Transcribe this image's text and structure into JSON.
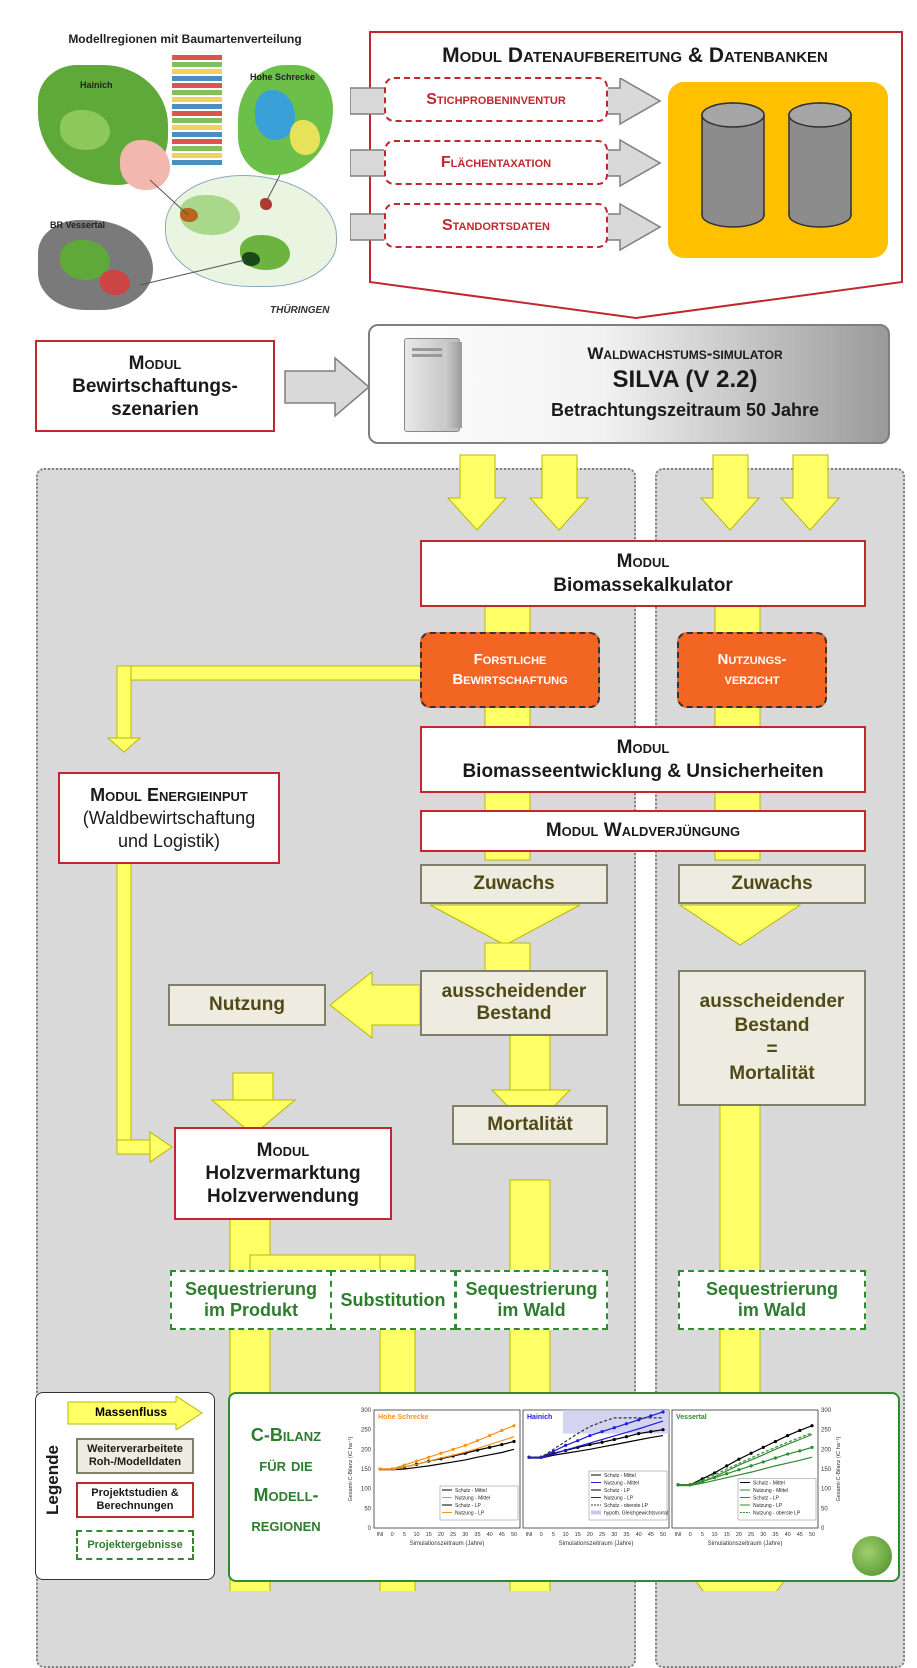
{
  "map": {
    "title": "Modellregionen mit Baumartenverteilung",
    "label_hainich": "Hainich",
    "label_hohe": "Hohe Schrecke",
    "label_br": "BR Vessertal",
    "label_thueringen": "THÜRINGEN"
  },
  "daten": {
    "title": "Modul Datenaufbereitung & Datenbanken",
    "items": [
      "Stichprobeninventur",
      "Flächentaxation",
      "Standortsdaten"
    ]
  },
  "bewirtschaftung": {
    "line1": "Modul",
    "line2": "Bewirtschaftungs-",
    "line3": "szenarien"
  },
  "silva": {
    "line1": "Waldwachstums-simulator",
    "line2": "SILVA (V 2.2)",
    "line3": "Betrachtungszeitraum 50 Jahre"
  },
  "biomasse": {
    "line1": "Modul",
    "line2": "Biomassekalkulator"
  },
  "forstliche": {
    "line1": "Forstliche",
    "line2": "Bewirtschaftung"
  },
  "nutzungsverzicht": {
    "line1": "Nutzungs-",
    "line2": "verzicht"
  },
  "entwicklung": {
    "line1": "Modul",
    "line2": "Biomasseentwicklung & Unsicherheiten"
  },
  "verjuengung": {
    "label": "Modul Waldverjüngung"
  },
  "energie": {
    "line1": "Modul Energieinput",
    "line2": "(Waldbewirtschaftung",
    "line3": "und Logistik)"
  },
  "zuwachs_left": "Zuwachs",
  "zuwachs_right": "Zuwachs",
  "ausscheidend_left": {
    "line1": "ausscheidender",
    "line2": "Bestand"
  },
  "ausscheidend_right": {
    "line1": "ausscheidender",
    "line2": "Bestand",
    "line3": "=",
    "line4": "Mortalität"
  },
  "nutzung": "Nutzung",
  "mortalitaet": "Mortalität",
  "holz": {
    "line1": "Modul",
    "line2": "Holzvermarktung",
    "line3": "Holzverwendung"
  },
  "results": {
    "seq_produkt": {
      "line1": "Sequestrierung",
      "line2": "im Produkt"
    },
    "substitution": "Substitution",
    "seq_wald": {
      "line1": "Sequestrierung",
      "line2": "im Wald"
    },
    "seq_wald_right": {
      "line1": "Sequestrierung",
      "line2": "im Wald"
    }
  },
  "legende": {
    "title": "Legende",
    "massenfluss": "Massenfluss",
    "weiter": "Weiterverarbeitete Roh-/Modelldaten",
    "projekt": "Projektstudien & Berechnungen",
    "ergebnisse": "Projektergebnisse"
  },
  "cbilanz": {
    "line1": "C-Bilanz",
    "line2": "für die",
    "line3": "Modell-",
    "line4": "regionen"
  },
  "colors": {
    "yellow": "#ffff66",
    "red": "#c0282e",
    "orange": "#f26522",
    "green": "#2e8b2e",
    "gold": "#ffc000"
  },
  "chart_data": [
    {
      "type": "line",
      "title": "Hohe Schrecke",
      "ylabel": "Gesamt-C-Bilanz (tC ha⁻¹)",
      "xlabel": "Simulationszeitraum (Jahre)",
      "x": [
        "INI",
        0,
        5,
        10,
        15,
        20,
        25,
        30,
        35,
        40,
        45,
        50
      ],
      "ylim": [
        0,
        300
      ],
      "yticks": [
        0,
        50,
        100,
        150,
        200,
        250,
        300
      ],
      "series": [
        {
          "name": "Schutz - Mittel",
          "color": "#000000",
          "values": [
            150,
            150,
            155,
            162,
            170,
            176,
            183,
            190,
            198,
            205,
            212,
            220
          ]
        },
        {
          "name": "Nutzung - Mittel",
          "color": "#f7941d",
          "values": [
            150,
            150,
            160,
            170,
            180,
            190,
            200,
            210,
            222,
            235,
            248,
            260
          ]
        },
        {
          "name": "Schutz - LP",
          "color": "#000000",
          "values": [
            148,
            148,
            150,
            154,
            158,
            163,
            168,
            173,
            180,
            186,
            192,
            200
          ]
        },
        {
          "name": "Nutzung - LP",
          "color": "#f7941d",
          "values": [
            148,
            148,
            155,
            162,
            170,
            178,
            185,
            193,
            202,
            212,
            222,
            232
          ]
        }
      ]
    },
    {
      "type": "line",
      "title": "Hainich",
      "xlabel": "Simulationszeitraum (Jahre)",
      "x": [
        "INI",
        0,
        5,
        10,
        15,
        20,
        25,
        30,
        35,
        40,
        45,
        50
      ],
      "ylim": [
        0,
        300
      ],
      "series": [
        {
          "name": "Schutz - Mittel",
          "color": "#000000",
          "values": [
            180,
            180,
            190,
            197,
            205,
            212,
            218,
            225,
            232,
            240,
            245,
            250
          ]
        },
        {
          "name": "Nutzung - Mittel",
          "color": "#1f1fd6",
          "values": [
            180,
            180,
            195,
            210,
            222,
            235,
            245,
            255,
            265,
            275,
            285,
            295
          ]
        },
        {
          "name": "Schutz - LP",
          "color": "#000000",
          "values": [
            178,
            178,
            185,
            190,
            195,
            200,
            206,
            212,
            218,
            224,
            230,
            235
          ]
        },
        {
          "name": "Nutzung - LP",
          "color": "#1f1fd6",
          "values": [
            178,
            178,
            188,
            198,
            207,
            216,
            225,
            234,
            243,
            252,
            262,
            272
          ]
        },
        {
          "name": "Schutz - oberste LP",
          "color": "#333333",
          "values": [
            180,
            180,
            200,
            220,
            240,
            258,
            270,
            280,
            280,
            280,
            280,
            280
          ]
        }
      ],
      "band": {
        "name": "hypoth. Gleichgewichtsvorrat",
        "range": [
          240,
          300
        ]
      }
    },
    {
      "type": "line",
      "title": "Vessertal",
      "ylabel": "Gesamt-C-Bilanz (tC ha⁻¹)",
      "xlabel": "Simulationszeitraum (Jahre)",
      "x": [
        "INI",
        0,
        5,
        10,
        15,
        20,
        25,
        30,
        35,
        40,
        45,
        50
      ],
      "ylim": [
        0,
        300
      ],
      "yticks": [
        0,
        50,
        100,
        150,
        200,
        250,
        300
      ],
      "series": [
        {
          "name": "Schutz - Mittel",
          "color": "#000000",
          "values": [
            110,
            110,
            125,
            140,
            158,
            175,
            190,
            205,
            220,
            235,
            248,
            260
          ]
        },
        {
          "name": "Nutzung - Mittel",
          "color": "#2e8b2e",
          "values": [
            110,
            110,
            118,
            128,
            138,
            148,
            158,
            168,
            178,
            188,
            196,
            205
          ]
        },
        {
          "name": "Schutz - LP",
          "color": "#2e8b2e",
          "values": [
            108,
            108,
            118,
            130,
            145,
            160,
            173,
            186,
            200,
            213,
            225,
            238
          ]
        },
        {
          "name": "Nutzung - LP",
          "color": "#2e8b2e",
          "values": [
            108,
            108,
            114,
            121,
            128,
            135,
            142,
            150,
            158,
            165,
            172,
            180
          ]
        },
        {
          "name": "Nutzung - oberste LP",
          "color": "#2e8b2e",
          "values": [
            110,
            110,
            122,
            135,
            150,
            164,
            178,
            192,
            205,
            218,
            230,
            242
          ]
        }
      ]
    }
  ]
}
